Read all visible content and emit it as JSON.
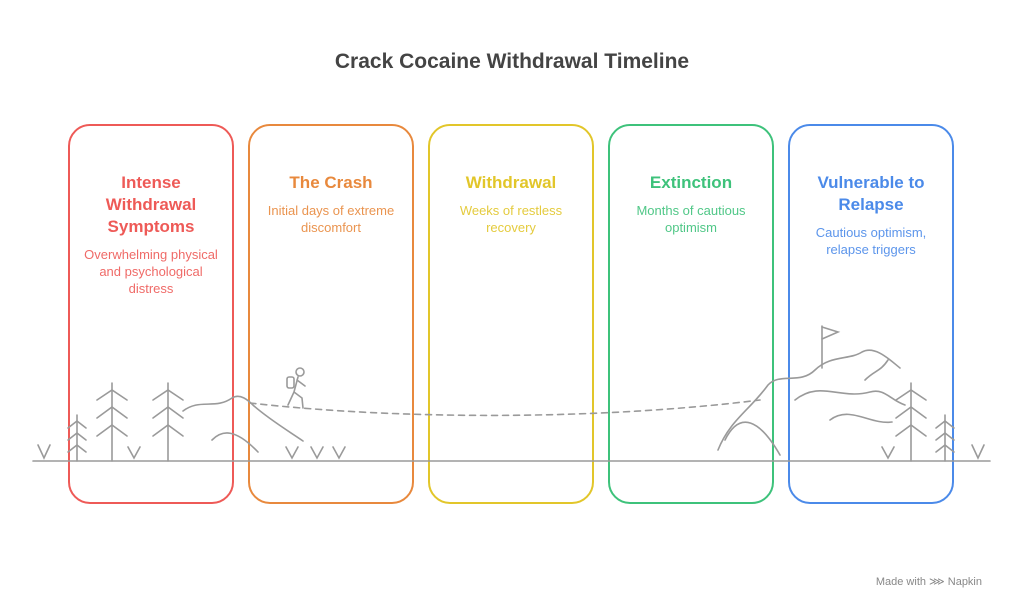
{
  "title": "Crack Cocaine Withdrawal Timeline",
  "stages": [
    {
      "heading": "Intense Withdrawal Symptoms",
      "description": "Overwhelming physical and psychological distress",
      "color": "#ee5a57"
    },
    {
      "heading": "The Crash",
      "description": "Initial days of extreme discomfort",
      "color": "#e8893d"
    },
    {
      "heading": "Withdrawal",
      "description": "Weeks of restless recovery",
      "color": "#e2c62a"
    },
    {
      "heading": "Extinction",
      "description": "Months of cautious optimism",
      "color": "#3ec27b"
    },
    {
      "heading": "Vulnerable to Relapse",
      "description": "Cautious optimism, relapse triggers",
      "color": "#4b8ae9"
    }
  ],
  "credit": "Made with ⋙ Napkin"
}
